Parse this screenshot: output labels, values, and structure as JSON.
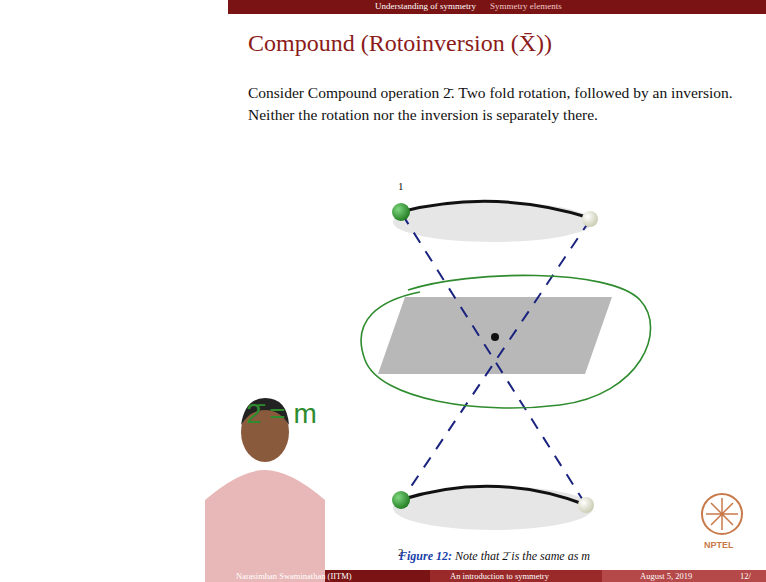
{
  "diagram": {
    "title": "Compound (Rotoinversion (X̄))",
    "caption": "Figure 12: Note that 2̄ is the same as m",
    "labels": [
      "Understanding of symmetry",
      "Symmetry elements",
      "Consider Compound operation 2̄. Two fold rotation, followed by an inversion. Neither the rotation nor the inversion is separately there.",
      "1",
      "2",
      "2̄ = m",
      "NPTEL",
      "Narasimhan Swaminathan (IITM)",
      "An introduction to symmetry",
      "August 5, 2019",
      "12/"
    ]
  }
}
